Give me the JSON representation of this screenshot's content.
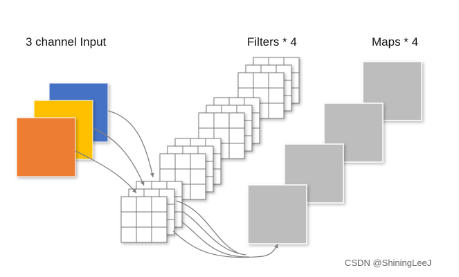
{
  "labels": {
    "input": "3 channel Input",
    "filters": "Filters * 4",
    "maps": "Maps * 4"
  },
  "watermark": "CSDN @ShiningLeeJ",
  "input_channels": [
    {
      "name": "blue-channel",
      "color": "#4472c4"
    },
    {
      "name": "yellow-channel",
      "color": "#ffc000"
    },
    {
      "name": "orange-channel",
      "color": "#ed7d31"
    }
  ],
  "filter_count": 4,
  "filter_depth": 3,
  "filter_grid": 3,
  "map_count": 4,
  "colors": {
    "map_fill": "#bdbdbd",
    "grid_stroke": "#777777",
    "arrow": "#808080"
  }
}
